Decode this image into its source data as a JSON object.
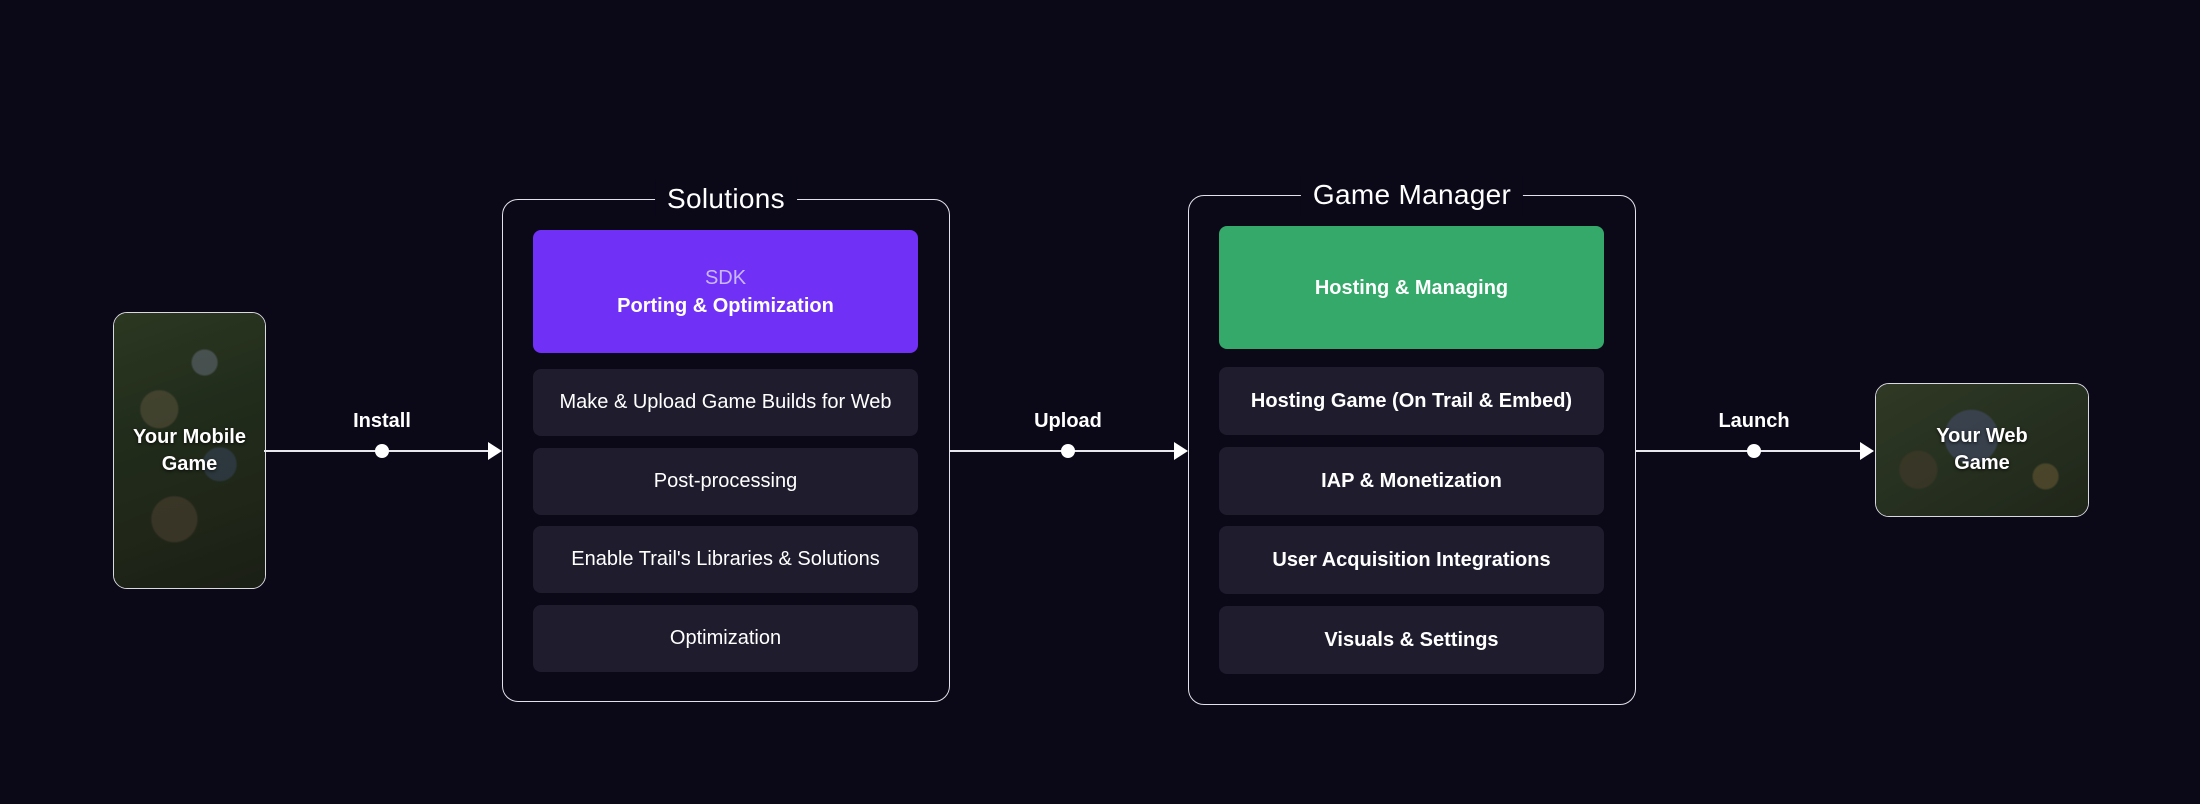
{
  "colors": {
    "background": "#0b0918",
    "card": "#1f1c2e",
    "sdk_accent": "#7030f5",
    "manager_accent": "#34a96a",
    "line": "#e8e8ee"
  },
  "source": {
    "label": "Your Mobile\nGame"
  },
  "target": {
    "label": "Your Web\nGame"
  },
  "connectors": {
    "install": "Install",
    "upload": "Upload",
    "launch": "Launch"
  },
  "solutions": {
    "title": "Solutions",
    "header": {
      "sub": "SDK",
      "main": "Porting & Optimization"
    },
    "items": [
      "Make & Upload Game Builds for Web",
      "Post-processing",
      "Enable Trail's Libraries & Solutions",
      "Optimization"
    ]
  },
  "game_manager": {
    "title": "Game Manager",
    "header": {
      "main": "Hosting & Managing"
    },
    "items": [
      "Hosting Game (On Trail & Embed)",
      "IAP & Monetization",
      "User Acquisition Integrations",
      "Visuals & Settings"
    ]
  }
}
